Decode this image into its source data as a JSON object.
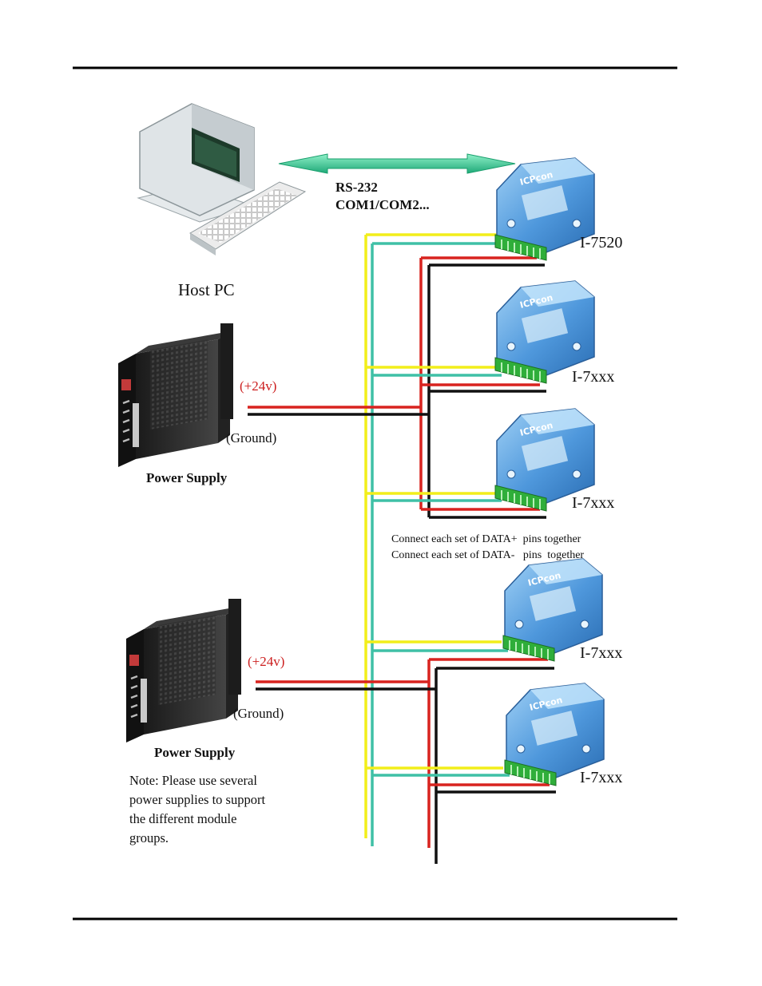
{
  "labels": {
    "host_pc": "Host PC",
    "rs232": "RS-232",
    "com_ports": "COM1/COM2...",
    "converter_module": "I-7520",
    "remote_module": "I-7xxx",
    "power_supply": "Power Supply",
    "plus_24v": "(+24v)",
    "ground": "(Ground)",
    "connect_data_plus": "Connect each set of DATA+  pins together",
    "connect_data_minus": "Connect each set of DATA-   pins  together",
    "note_lines": [
      "Note: Please use several",
      "power supplies to support",
      "the different module",
      "groups."
    ],
    "module_logo": "ICPcon"
  },
  "colors": {
    "wire_data_plus": "#f2ee1a",
    "wire_data_minus": "#3fc0a6",
    "wire_power": "#d8231f",
    "wire_ground": "#111111",
    "module_body": "#4f98dc",
    "arrow": "#2fbf8f"
  }
}
